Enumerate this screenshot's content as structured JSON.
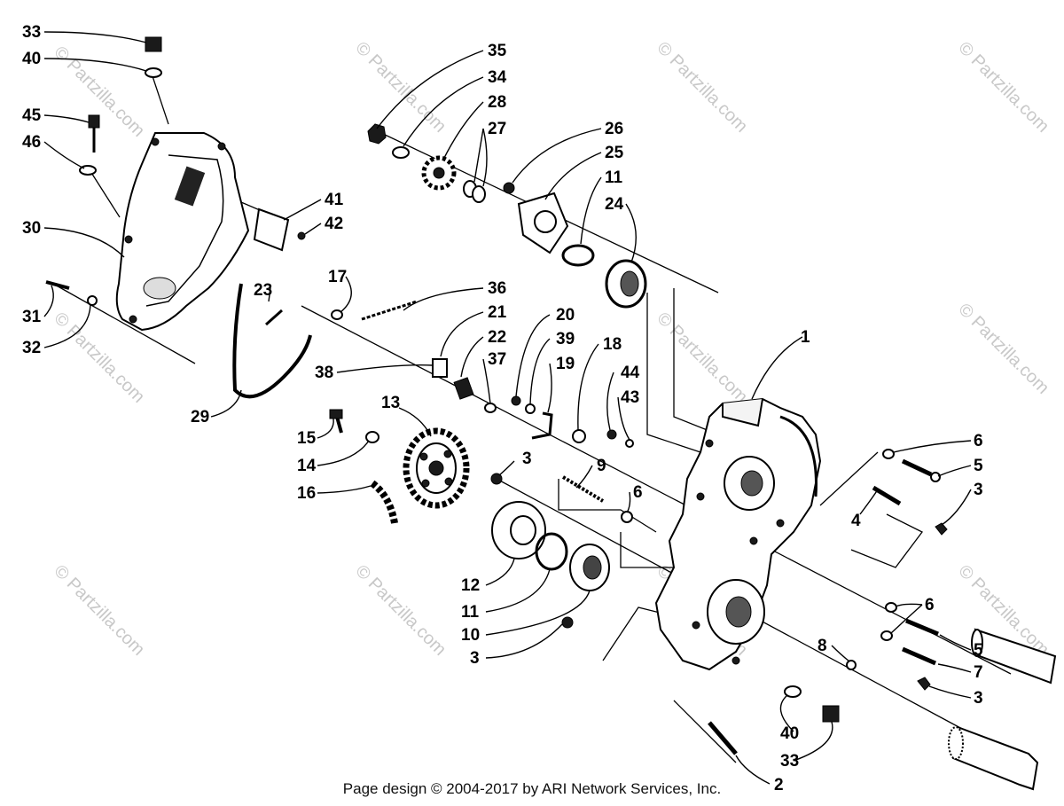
{
  "footer": "Page design © 2004-2017 by ARI Network Services, Inc.",
  "watermark": "© Partzilla.com",
  "callouts": {
    "l33a": "33",
    "l40a": "40",
    "l45": "45",
    "l46": "46",
    "l30": "30",
    "l31": "31",
    "l32": "32",
    "l41": "41",
    "l42": "42",
    "l23": "23",
    "l29": "29",
    "l35": "35",
    "l34": "34",
    "l28": "28",
    "l27": "27",
    "l26": "26",
    "l25": "25",
    "l11a": "11",
    "l24": "24",
    "l17": "17",
    "l36": "36",
    "l21": "21",
    "l22": "22",
    "l38": "38",
    "l20": "20",
    "l39": "39",
    "l37": "37",
    "l19": "19",
    "l18": "18",
    "l44": "44",
    "l43": "43",
    "l1": "1",
    "l13": "13",
    "l15": "15",
    "l14": "14",
    "l16": "16",
    "l3a": "3",
    "l9": "9",
    "l6a": "6",
    "l6b": "6",
    "l5a": "5",
    "l4": "4",
    "l3b": "3",
    "l12": "12",
    "l11b": "11",
    "l10": "10",
    "l3c": "3",
    "l6c": "6",
    "l8": "8",
    "l5b": "5",
    "l7": "7",
    "l3d": "3",
    "l40b": "40",
    "l33b": "33",
    "l2": "2"
  }
}
